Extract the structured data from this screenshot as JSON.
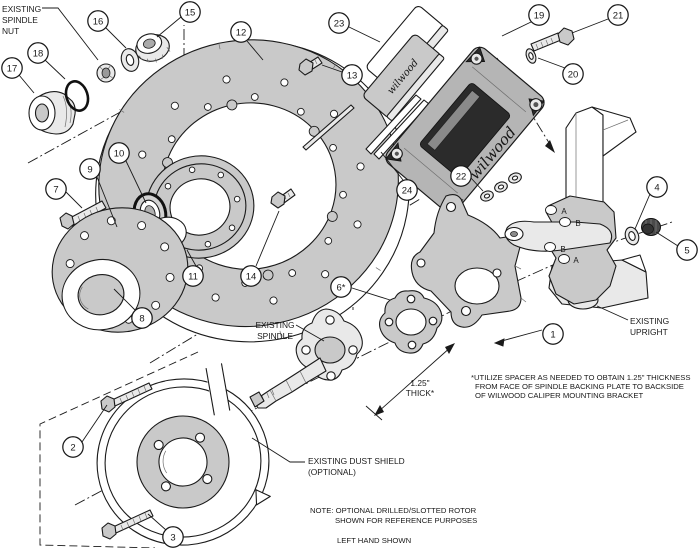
{
  "labels": {
    "existing_spindle_nut": [
      "EXISTING",
      "SPINDLE",
      "NUT"
    ],
    "existing_spindle": [
      "EXISTING",
      "SPINDLE"
    ],
    "existing_upright": [
      "EXISTING",
      "UPRIGHT"
    ],
    "existing_dust_shield": [
      "EXISTING DUST SHIELD",
      "(OPTIONAL)"
    ],
    "thickness": [
      "1.25\"",
      "THICK*"
    ],
    "spacer_note": [
      "*UTILIZE SPACER AS NEEDED TO OBTAIN 1.25\" THICKNESS",
      "FROM FACE OF SPINDLE BACKING PLATE TO BACKSIDE",
      "OF WILWOOD CALIPER MOUNTING BRACKET"
    ],
    "rotor_note": [
      "NOTE: OPTIONAL DRILLED/SLOTTED ROTOR",
      "SHOWN FOR REFERENCE PURPOSES"
    ],
    "left_hand": "LEFT HAND SHOWN",
    "brand_caliper": "wilwood",
    "brand_pad": "wilwood",
    "upright_markers": [
      "A",
      "B",
      "B",
      "A"
    ]
  },
  "callouts": [
    {
      "num": "1"
    },
    {
      "num": "2"
    },
    {
      "num": "3"
    },
    {
      "num": "4"
    },
    {
      "num": "5"
    },
    {
      "num": "6*"
    },
    {
      "num": "7"
    },
    {
      "num": "8"
    },
    {
      "num": "9"
    },
    {
      "num": "10"
    },
    {
      "num": "11"
    },
    {
      "num": "12"
    },
    {
      "num": "13"
    },
    {
      "num": "14"
    },
    {
      "num": "15"
    },
    {
      "num": "16"
    },
    {
      "num": "17"
    },
    {
      "num": "18"
    },
    {
      "num": "19"
    },
    {
      "num": "20"
    },
    {
      "num": "21"
    },
    {
      "num": "22"
    },
    {
      "num": "23"
    },
    {
      "num": "24"
    }
  ],
  "colors": {
    "background": "#ffffff",
    "line": "#1a1a1a",
    "shade_mid": "#c9c9c9",
    "shade_light": "#e9e9e9",
    "shade_dark": "#2b2b2b"
  }
}
